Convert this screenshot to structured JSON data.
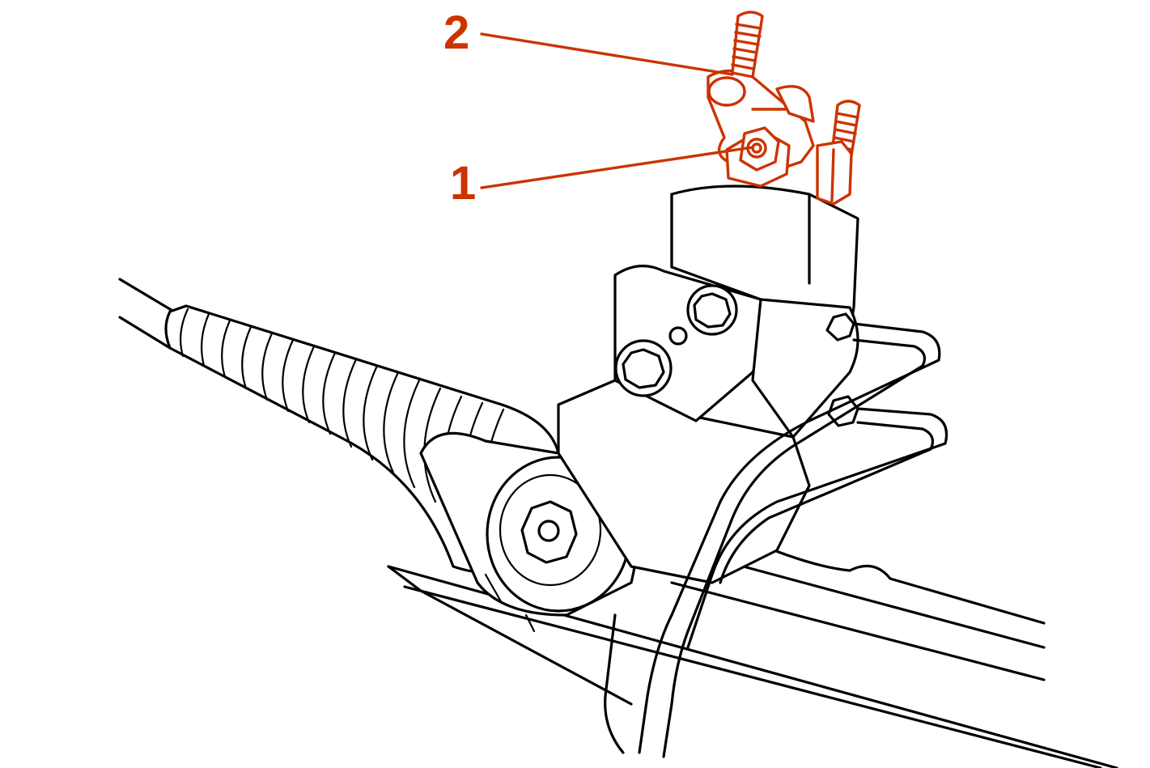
{
  "colors": {
    "highlight": "#cc3300",
    "line": "#000000",
    "background": "#ffffff"
  },
  "callouts": [
    {
      "id": "callout-1",
      "label": "1"
    },
    {
      "id": "callout-2",
      "label": "2"
    }
  ]
}
